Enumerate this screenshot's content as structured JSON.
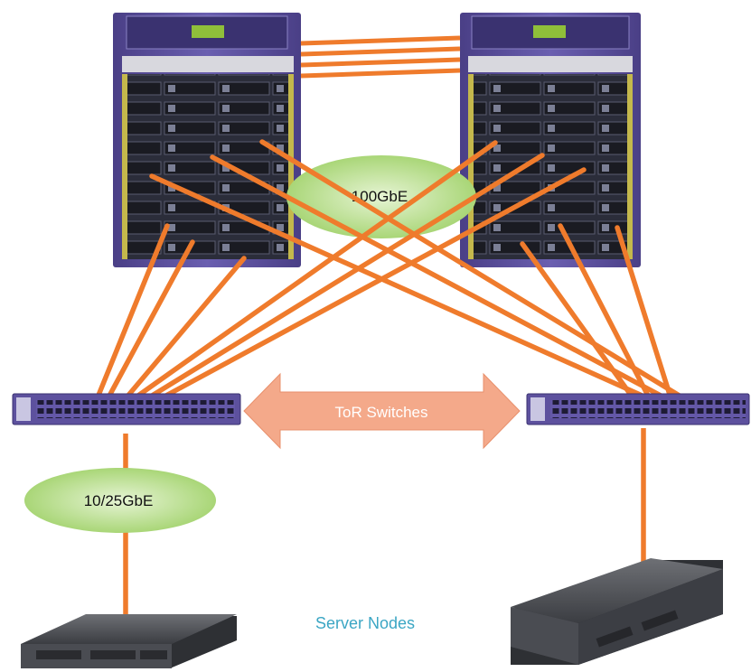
{
  "labels": {
    "core_link_speed": "100GbE",
    "tor_label": "ToR Switches",
    "access_link_speed": "10/25GbE",
    "server_label": "Server Nodes"
  },
  "colors": {
    "link": "#ef7b2c",
    "chassis": "#5b4f9a",
    "chassis_dark": "#2a2a3a",
    "speed_ellipse": "#b5dc86",
    "tor_arrow": "#f4a98a",
    "tor_text": "#ffffff",
    "server_text": "#3ba6c4",
    "server_body": "#3a3c40"
  },
  "devices": {
    "core_switches": [
      "core-switch-left",
      "core-switch-right"
    ],
    "tor_switches": [
      "tor-switch-left",
      "tor-switch-right"
    ],
    "server_nodes": [
      "server-node-left",
      "server-node-right"
    ]
  }
}
